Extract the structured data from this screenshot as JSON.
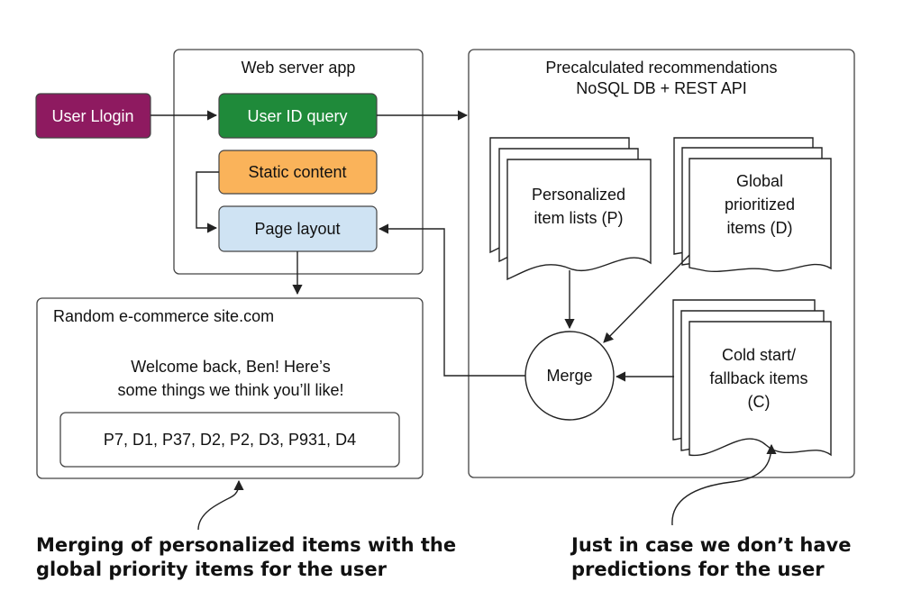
{
  "webserver": {
    "title": "Web server app"
  },
  "nodes": {
    "user_login": "User Llogin",
    "user_id_query": "User ID query",
    "static_content": "Static content",
    "page_layout": "Page layout",
    "merge": "Merge"
  },
  "precalc": {
    "title_line1": "Precalculated recommendations",
    "title_line2": "NoSQL DB + REST API"
  },
  "docs": {
    "personalized": [
      "Personalized",
      "item lists (P)"
    ],
    "global": [
      "Global",
      "prioritized",
      "items (D)"
    ],
    "coldstart": [
      "Cold start/",
      "fallback items",
      "(C)"
    ]
  },
  "site": {
    "title": "Random e-commerce site.com",
    "welcome_line1": "Welcome back, Ben! Here’s",
    "welcome_line2": "some things we think you’ll like!",
    "items": "P7, D1, P37, D2, P2, D3, P931, D4"
  },
  "captions": {
    "left_line1": "Merging of personalized items with the",
    "left_line2": "global priority items for the user",
    "right_line1": "Just in case we don’t have",
    "right_line2": "predictions for the user"
  },
  "colors": {
    "user_login": "#8e1a60",
    "user_id_query": "#1f8a3a",
    "static_content": "#fab35a",
    "page_layout": "#cfe3f3"
  }
}
